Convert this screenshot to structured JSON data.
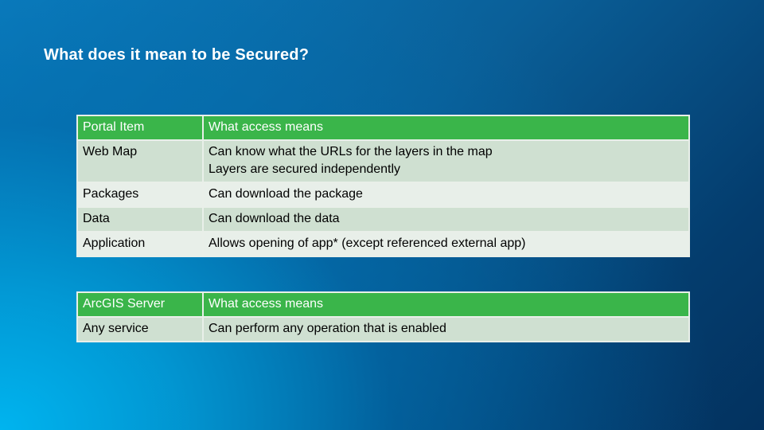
{
  "title": "What does it mean to be Secured?",
  "portal_table": {
    "headers": [
      "Portal Item",
      "What access means"
    ],
    "rows": [
      {
        "item": "Web Map",
        "lines": [
          "Can know what the URLs for the layers in the map",
          "Layers are secured independently"
        ]
      },
      {
        "item": "Packages",
        "lines": [
          "Can download the package"
        ]
      },
      {
        "item": "Data",
        "lines": [
          "Can download the data"
        ]
      },
      {
        "item": "Application",
        "lines": [
          "Allows opening of app* (except referenced external app)"
        ]
      }
    ]
  },
  "server_table": {
    "headers": [
      "ArcGIS Server",
      "What access means"
    ],
    "rows": [
      {
        "item": "Any service",
        "lines": [
          "Can perform any operation that is enabled"
        ]
      }
    ]
  }
}
